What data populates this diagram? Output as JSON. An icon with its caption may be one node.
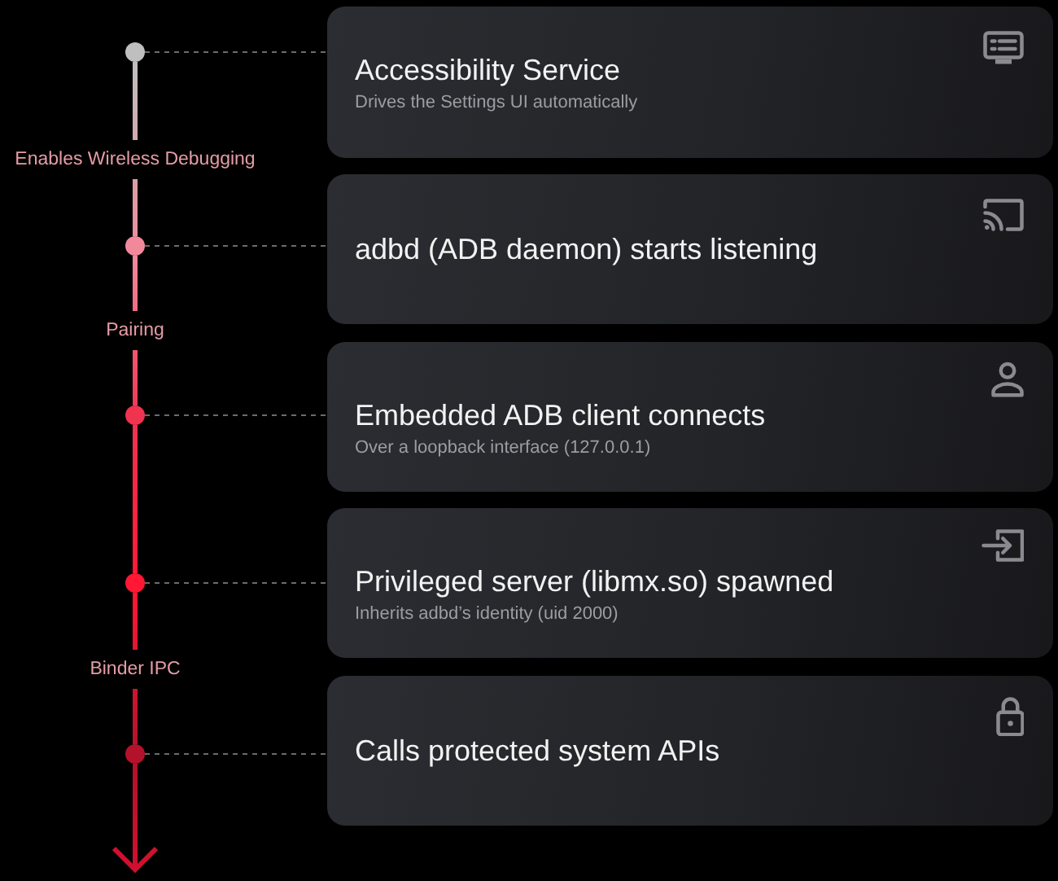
{
  "diagram": {
    "nodes": [
      {
        "text": [],
        "shape": "circle"
      },
      {
        "text": [
          "Accessibility Service",
          "Drives the Settings UI automatically"
        ]
      },
      {
        "text": [],
        "shape": "circle"
      },
      {
        "text": [
          "adbd (ADB daemon) starts listening"
        ]
      },
      {
        "text": [],
        "shape": "circle"
      },
      {
        "text": [
          "Embedded ADB client connects",
          "Over a loopback interface (127.0.0.1)"
        ]
      },
      {
        "text": [],
        "shape": "circle"
      },
      {
        "text": [
          "Privileged server (libmx.so) spawned",
          "Inherits adbd’s identity (uid 2000)"
        ]
      },
      {
        "text": [],
        "shape": "circle"
      },
      {
        "text": [
          "Calls protected system APIs"
        ]
      }
    ],
    "edges": [
      {
        "from": 0,
        "to": 2,
        "arrow": "none",
        "label": "Enables Wireless Debugging",
        "color": "#e8909c"
      },
      {
        "from": 2,
        "to": 4,
        "arrow": "none",
        "label": "Pairing",
        "color": "#f03a56"
      },
      {
        "from": 4,
        "to": 6,
        "arrow": "none",
        "color": "#ff1a36"
      },
      {
        "from": 6,
        "to": 8,
        "arrow": "none",
        "label": "Binder IPC",
        "color": "#b3142c"
      },
      {
        "from": 8,
        "to": null,
        "arrow": "to",
        "color": "#d0102e"
      },
      {
        "from": 0,
        "to": 1,
        "arrow": "none",
        "style": "dashed"
      },
      {
        "from": 2,
        "to": 3,
        "arrow": "none",
        "style": "dashed"
      },
      {
        "from": 4,
        "to": 5,
        "arrow": "none",
        "style": "dashed"
      },
      {
        "from": 6,
        "to": 7,
        "arrow": "none",
        "style": "dashed"
      },
      {
        "from": 8,
        "to": 9,
        "arrow": "none",
        "style": "dashed"
      }
    ]
  }
}
